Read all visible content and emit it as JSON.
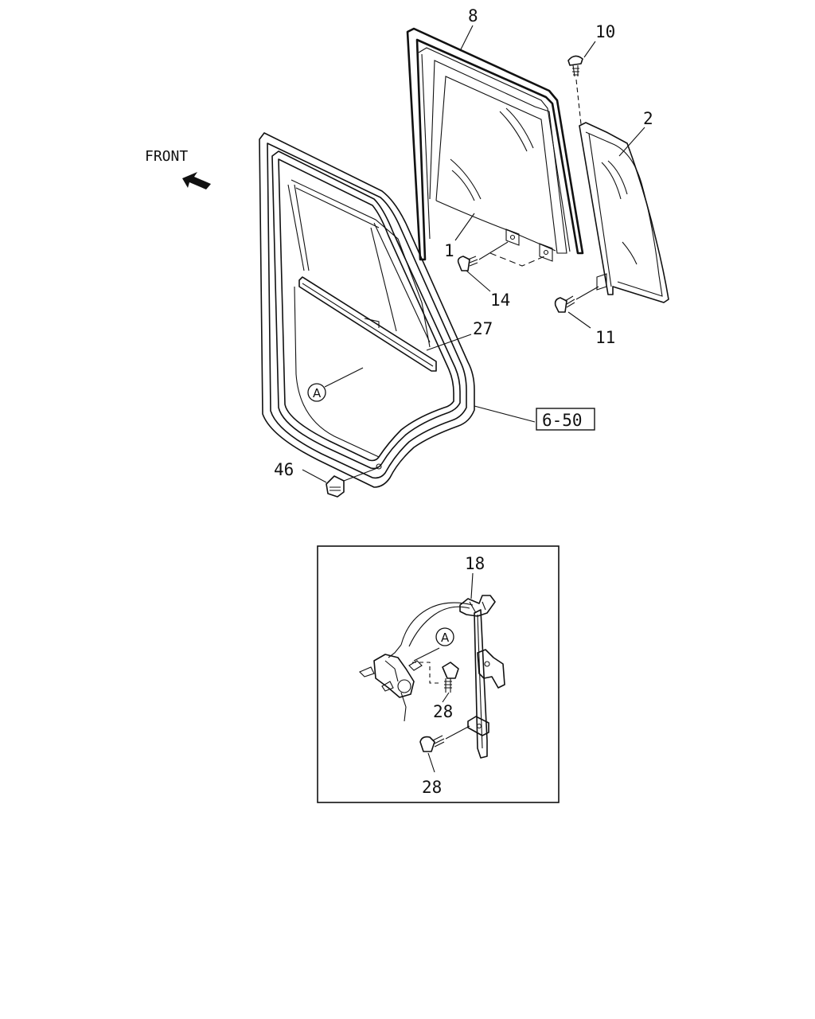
{
  "direction": {
    "label": "FRONT",
    "icon": "arrow-front-icon"
  },
  "callouts": {
    "glass": "1",
    "quarter_glass": "2",
    "run_channel": "8",
    "screw_10": "10",
    "bolt_11": "11",
    "bolt_14": "14",
    "regulator": "18",
    "weatherstrip": "27",
    "bolt_28_upper": "28",
    "bolt_28_lower": "28",
    "clip_46": "46"
  },
  "reference": {
    "ref_label": "6-50"
  },
  "detail_markers": {
    "door_marker": "A",
    "regulator_marker": "A"
  }
}
